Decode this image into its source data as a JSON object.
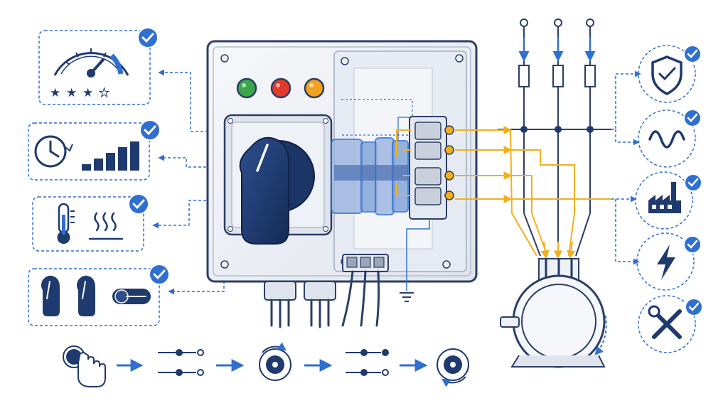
{
  "palette": {
    "navy": "#1f3a6e",
    "blue": "#2f6fd0",
    "yellow": "#f2b01e",
    "green": "#3aa84a",
    "red": "#e23b2e",
    "orange": "#f0a21e",
    "panel": "#eef1f5",
    "line": "#2d3e66"
  },
  "left_features": [
    {
      "name": "performance-rating",
      "icons": [
        "speedometer-icon",
        "star-rating-icon"
      ],
      "rating": 3,
      "rating_max": 4,
      "gauge_level": 0.8
    },
    {
      "name": "time-load",
      "icons": [
        "clock-icon",
        "signal-bars-icon"
      ],
      "bar_count": 5
    },
    {
      "name": "temperature-heat",
      "icons": [
        "thermometer-icon",
        "heat-waves-icon"
      ]
    },
    {
      "name": "handle-variants",
      "icons": [
        "rotary-handle-icon",
        "rotary-handle-icon",
        "lever-handle-icon"
      ]
    }
  ],
  "right_features": [
    {
      "name": "protection",
      "icon": "shield-check-icon"
    },
    {
      "name": "alternating-current",
      "icon": "sine-wave-icon"
    },
    {
      "name": "industrial",
      "icon": "factory-icon"
    },
    {
      "name": "power",
      "icon": "lightning-icon"
    },
    {
      "name": "maintenance",
      "icon": "wrench-screwdriver-icon"
    }
  ],
  "panel": {
    "indicator_lights": [
      "green",
      "red",
      "orange"
    ],
    "main_handle": "rotary-disconnect-handle"
  },
  "circuit": {
    "phases": 3,
    "fuse_count": 3,
    "load": "three-phase-motor"
  },
  "sequence": [
    {
      "icon": "push-button-hand-icon"
    },
    {
      "icon": "open-contacts-icon"
    },
    {
      "icon": "rotation-ccw-icon"
    },
    {
      "icon": "closed-contacts-icon"
    },
    {
      "icon": "rotation-cw-icon"
    }
  ]
}
